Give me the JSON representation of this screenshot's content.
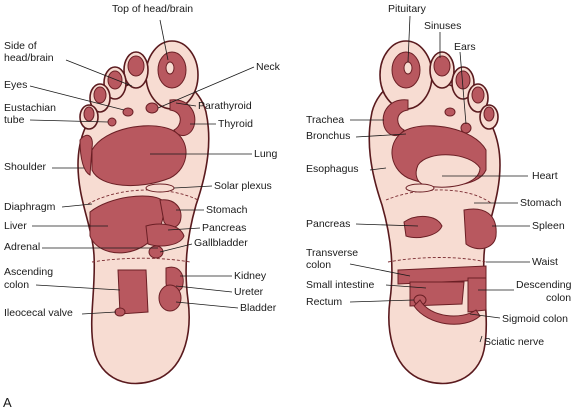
{
  "figure_letter": "A",
  "colors": {
    "foot_outline": "#5a1a1e",
    "skin": "#f7dcd2",
    "zone_fill": "#b8585f",
    "zone_stroke": "#6b1f25",
    "leader_line": "#1a1a1a",
    "dash": "#7a2a30"
  },
  "left_foot": {
    "labels": {
      "top_head": "Top of head/brain",
      "side_head_1": "Side of",
      "side_head_2": "head/brain",
      "eyes": "Eyes",
      "eustachian_1": "Eustachian",
      "eustachian_2": "tube",
      "shoulder": "Shoulder",
      "diaphragm": "Diaphragm",
      "liver": "Liver",
      "adrenal": "Adrenal",
      "ascending_1": "Ascending",
      "ascending_2": "colon",
      "ileocecal": "Ileocecal valve",
      "neck": "Neck",
      "parathyroid": "Parathyroid",
      "thyroid": "Thyroid",
      "lung": "Lung",
      "solar": "Solar plexus",
      "stomach": "Stomach",
      "pancreas": "Pancreas",
      "gallbladder": "Gallbladder",
      "kidney": "Kidney",
      "ureter": "Ureter",
      "bladder": "Bladder"
    }
  },
  "right_foot": {
    "labels": {
      "pituitary": "Pituitary",
      "sinuses": "Sinuses",
      "ears": "Ears",
      "trachea": "Trachea",
      "bronchus": "Bronchus",
      "esophagus": "Esophagus",
      "pancreas": "Pancreas",
      "transverse_1": "Transverse",
      "transverse_2": "colon",
      "small_int": "Small intestine",
      "rectum": "Rectum",
      "heart": "Heart",
      "stomach": "Stomach",
      "spleen": "Spleen",
      "waist": "Waist",
      "descending_1": "Descending",
      "descending_2": "colon",
      "sigmoid": "Sigmoid colon",
      "sciatic": "Sciatic nerve"
    }
  }
}
